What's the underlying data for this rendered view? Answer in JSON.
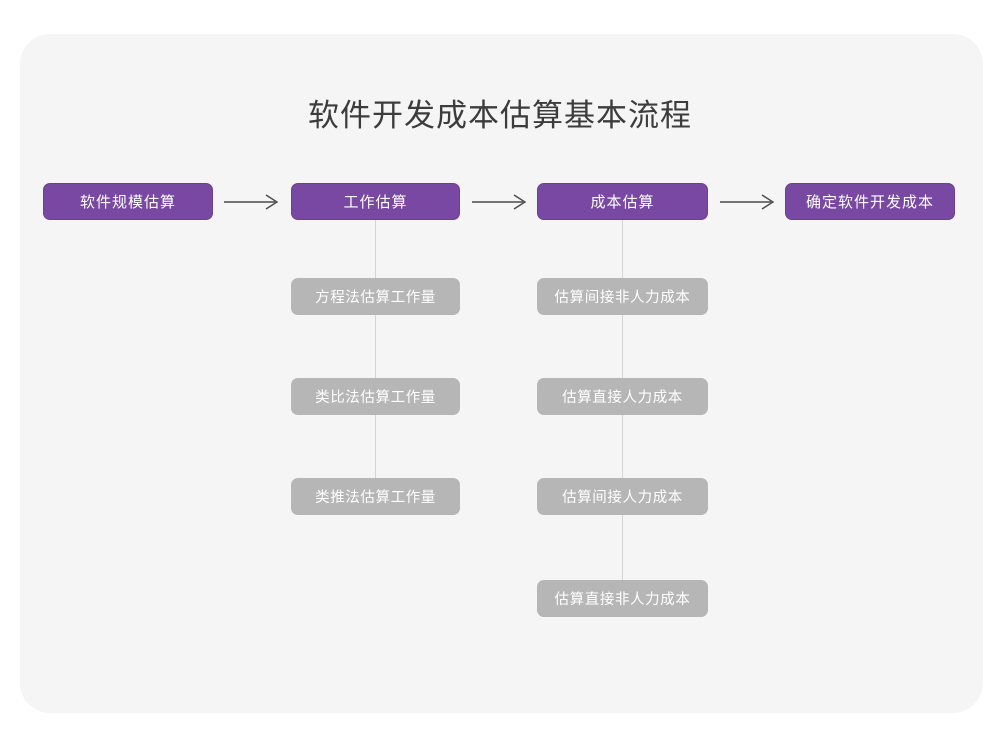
{
  "page": {
    "title": "软件开发成本估算基本流程",
    "background_color": "#ffffff",
    "card_color": "#f5f5f5",
    "primary_color": "#7848a2",
    "secondary_color": "#b6b6b6",
    "title_color": "#3c3c3c",
    "connector_color": "#d4d4d4",
    "arrow_color": "#4a4a4a"
  },
  "flow": {
    "main_steps": [
      {
        "label": "软件规模估算"
      },
      {
        "label": "工作估算"
      },
      {
        "label": "成本估算"
      },
      {
        "label": "确定软件开发成本"
      }
    ],
    "arrows": [
      {
        "name": "arrow-1",
        "glyph": "→"
      },
      {
        "name": "arrow-2",
        "glyph": "→"
      },
      {
        "name": "arrow-3",
        "glyph": "→"
      }
    ],
    "branches": [
      {
        "parent": "工作估算",
        "items": [
          {
            "label": "方程法估算工作量"
          },
          {
            "label": "类比法估算工作量"
          },
          {
            "label": "类推法估算工作量"
          }
        ]
      },
      {
        "parent": "成本估算",
        "items": [
          {
            "label": "估算间接非人力成本"
          },
          {
            "label": "估算直接人力成本"
          },
          {
            "label": "估算间接人力成本"
          },
          {
            "label": "估算直接非人力成本"
          }
        ]
      }
    ]
  },
  "chart_data": {
    "type": "diagram",
    "title": "软件开发成本估算基本流程",
    "orientation": "left-to-right with vertical sub-branches",
    "nodes": [
      {
        "id": "s1",
        "label": "软件规模估算",
        "level": "main",
        "color": "#7848a2"
      },
      {
        "id": "s2",
        "label": "工作估算",
        "level": "main",
        "color": "#7848a2"
      },
      {
        "id": "s3",
        "label": "成本估算",
        "level": "main",
        "color": "#7848a2"
      },
      {
        "id": "s4",
        "label": "确定软件开发成本",
        "level": "main",
        "color": "#7848a2"
      },
      {
        "id": "b1",
        "label": "方程法估算工作量",
        "level": "sub",
        "parent": "s2",
        "color": "#b6b6b6"
      },
      {
        "id": "b2",
        "label": "类比法估算工作量",
        "level": "sub",
        "parent": "s2",
        "color": "#b6b6b6"
      },
      {
        "id": "b3",
        "label": "类推法估算工作量",
        "level": "sub",
        "parent": "s2",
        "color": "#b6b6b6"
      },
      {
        "id": "c1",
        "label": "估算间接非人力成本",
        "level": "sub",
        "parent": "s3",
        "color": "#b6b6b6"
      },
      {
        "id": "c2",
        "label": "估算直接人力成本",
        "level": "sub",
        "parent": "s3",
        "color": "#b6b6b6"
      },
      {
        "id": "c3",
        "label": "估算间接人力成本",
        "level": "sub",
        "parent": "s3",
        "color": "#b6b6b6"
      },
      {
        "id": "c4",
        "label": "估算直接非人力成本",
        "level": "sub",
        "parent": "s3",
        "color": "#b6b6b6"
      }
    ],
    "edges": [
      {
        "from": "s1",
        "to": "s2",
        "style": "arrow"
      },
      {
        "from": "s2",
        "to": "s3",
        "style": "arrow"
      },
      {
        "from": "s3",
        "to": "s4",
        "style": "arrow"
      },
      {
        "from": "s2",
        "to": "b1",
        "style": "line"
      },
      {
        "from": "b1",
        "to": "b2",
        "style": "line"
      },
      {
        "from": "b2",
        "to": "b3",
        "style": "line"
      },
      {
        "from": "s3",
        "to": "c1",
        "style": "line"
      },
      {
        "from": "c1",
        "to": "c2",
        "style": "line"
      },
      {
        "from": "c2",
        "to": "c3",
        "style": "line"
      },
      {
        "from": "c3",
        "to": "c4",
        "style": "line"
      }
    ]
  }
}
